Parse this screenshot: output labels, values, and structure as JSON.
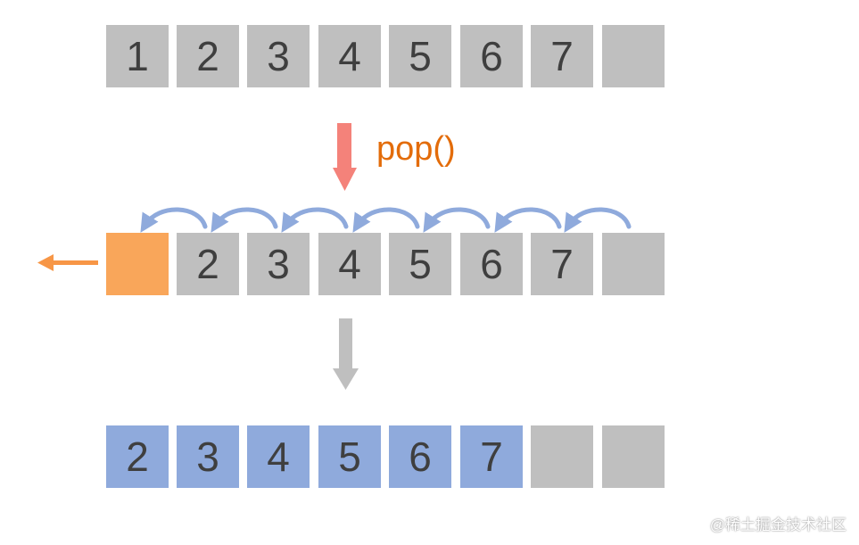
{
  "row_before": [
    "1",
    "2",
    "3",
    "4",
    "5",
    "6",
    "7",
    ""
  ],
  "row_shift": [
    "",
    "2",
    "3",
    "4",
    "5",
    "6",
    "7",
    ""
  ],
  "row_after": [
    "2",
    "3",
    "4",
    "5",
    "6",
    "7",
    "",
    ""
  ],
  "operation_label": "pop()",
  "watermark": "@稀土掘金技术社区",
  "colors": {
    "empty": "#bfbfbf",
    "popped": "#f9a65a",
    "filled": "#8faadc",
    "text": "#3f3f3f",
    "label": "#e36c0a",
    "down_arrow_1": "#f4827a",
    "down_arrow_2": "#bfbfbf",
    "out_arrow": "#f79646",
    "shift_arrows": "#8faadc"
  }
}
